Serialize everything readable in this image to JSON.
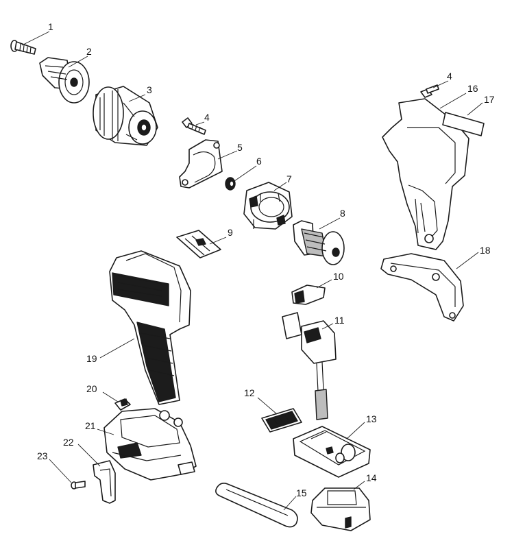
{
  "callouts": [
    {
      "label": "1"
    },
    {
      "label": "2"
    },
    {
      "label": "3"
    },
    {
      "label": "4"
    },
    {
      "label": "5"
    },
    {
      "label": "6"
    },
    {
      "label": "7"
    },
    {
      "label": "8"
    },
    {
      "label": "9"
    },
    {
      "label": "10"
    },
    {
      "label": "11"
    },
    {
      "label": "12"
    },
    {
      "label": "13"
    },
    {
      "label": "14"
    },
    {
      "label": "15"
    },
    {
      "label": "4"
    },
    {
      "label": "16"
    },
    {
      "label": "17"
    },
    {
      "label": "18"
    },
    {
      "label": "19"
    },
    {
      "label": "20"
    },
    {
      "label": "21"
    },
    {
      "label": "22"
    },
    {
      "label": "23"
    }
  ],
  "colors": {
    "line": "#1a1a1a",
    "fill": "#ffffff",
    "dark": "#1c1c1c",
    "grey": "#bdbdbd"
  }
}
